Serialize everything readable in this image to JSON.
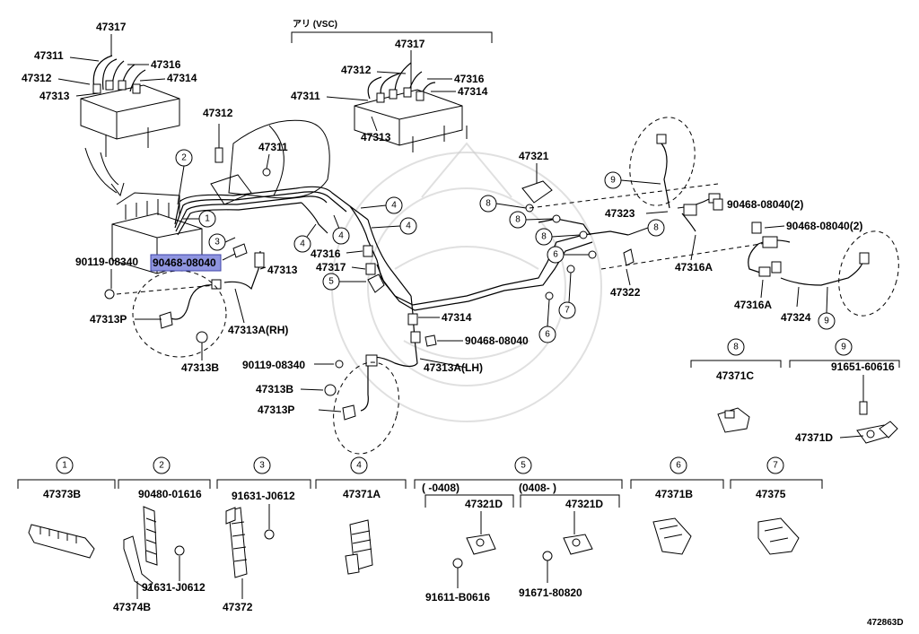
{
  "top_labels": {
    "p47317_l": "47317",
    "p47311_l": "47311",
    "p47316_l": "47316",
    "p47312_l": "47312",
    "p47314_l": "47314",
    "p47313_l": "47313",
    "vsc_header": "アリ (VSC)",
    "p47317_r": "47317",
    "p47312_r": "47312",
    "p47316_r": "47316",
    "p47311_r": "47311",
    "p47314_r": "47314",
    "p47313_r": "47313",
    "p47312_m": "47312",
    "p47311_m": "47311"
  },
  "callouts": {
    "p90119_a": "90119-08340",
    "p90468_hl": "90468-08040",
    "p47313_c": "47313",
    "p47313P_a": "47313P",
    "p47313A_rh": "47313A(RH)",
    "p47313B_a": "47313B",
    "p47316_c": "47316",
    "p47317_c": "47317",
    "p47314_c": "47314",
    "p90468_c": "90468-08040",
    "p90119_b": "90119-08340",
    "p47313A_lh": "47313A(LH)",
    "p47313B_b": "47313B",
    "p47313P_b": "47313P",
    "p47321": "47321",
    "p47323": "47323",
    "p47322": "47322",
    "p90468_r1": "90468-08040(2)",
    "p90468_r2": "90468-08040(2)",
    "p47316A_a": "47316A",
    "p47316A_b": "47316A",
    "p47324": "47324"
  },
  "circle_nums": {
    "c1": "1",
    "c2": "2",
    "c3": "3",
    "c4a": "4",
    "c4b": "4",
    "c4c": "4",
    "c4d": "4",
    "c5": "5",
    "c6a": "6",
    "c6b": "6",
    "c7": "7",
    "c8a": "8",
    "c8b": "8",
    "c8c": "8",
    "c8d": "8",
    "c9a": "9",
    "c9b": "9"
  },
  "legend_top": {
    "n8": "8",
    "n8_part": "47371C",
    "n9": "9",
    "n9_bolt": "91651-60616",
    "n9_part": "47371D"
  },
  "legend": [
    {
      "num": "1",
      "part": "47373B",
      "sub": []
    },
    {
      "num": "2",
      "part": "90480-01616",
      "sub": [
        "91631-J0612",
        "47374B"
      ]
    },
    {
      "num": "3",
      "part": "91631-J0612",
      "sub": [
        "47372"
      ]
    },
    {
      "num": "4",
      "part": "47371A",
      "sub": []
    },
    {
      "num": "5",
      "part": "",
      "sub": []
    },
    {
      "num": "6",
      "part": "47371B",
      "sub": []
    },
    {
      "num": "7",
      "part": "47375",
      "sub": []
    }
  ],
  "legend5": {
    "left_range": "(    -0408)",
    "right_range": "(0408-      )",
    "left_part": "47321D",
    "right_part": "47321D",
    "left_bolt": "91611-B0616",
    "right_bolt": "91671-80820"
  },
  "diagram_id": "472863D"
}
